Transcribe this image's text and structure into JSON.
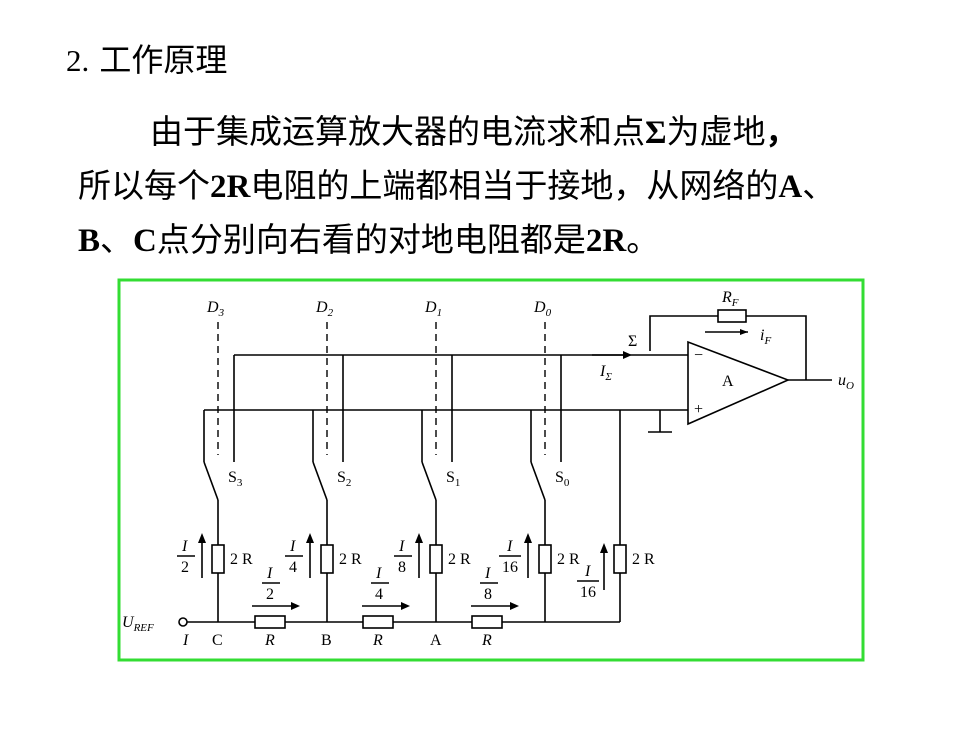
{
  "heading": {
    "number": "2.",
    "title": "工作原理"
  },
  "paragraph": {
    "l1_a": "由于集成运算放大器的电流求和点",
    "l1_b": "Σ",
    "l1_c": "为虚地",
    "l1_d": "，",
    "l2_a": "所以每个",
    "l2_b": "2R",
    "l2_c": "电阻的上端都相当于接地，从网络的",
    "l2_d": "A",
    "l2_e": "、",
    "l3_a": "B",
    "l3_b": "、",
    "l3_c": "C",
    "l3_d": "点分别向右看的对地电阻都是",
    "l3_e": "2R",
    "l3_f": "。"
  },
  "circuit": {
    "border_color": "#33dd33",
    "digital_inputs": [
      {
        "letter": "D",
        "sub": "3"
      },
      {
        "letter": "D",
        "sub": "2"
      },
      {
        "letter": "D",
        "sub": "1"
      },
      {
        "letter": "D",
        "sub": "0"
      }
    ],
    "switches": [
      {
        "letter": "S",
        "sub": "3"
      },
      {
        "letter": "S",
        "sub": "2"
      },
      {
        "letter": "S",
        "sub": "1"
      },
      {
        "letter": "S",
        "sub": "0"
      }
    ],
    "feedback": {
      "letter": "R",
      "sub": "F",
      "current_letter": "i",
      "current_sub": "F"
    },
    "sum_node": "Σ",
    "sum_current": {
      "letter": "I",
      "sub": "Σ"
    },
    "opamp": {
      "label": "A",
      "minus": "−",
      "plus": "+"
    },
    "output": {
      "letter": "u",
      "sub": "O"
    },
    "ref": {
      "letter": "U",
      "sub": "REF",
      "current": "I"
    },
    "nodes": [
      "C",
      "B",
      "A"
    ],
    "series_resistor": "R",
    "shunt_resistor": "2 R",
    "branch_currents": [
      {
        "num": "I",
        "den": "2"
      },
      {
        "num": "I",
        "den": "4"
      },
      {
        "num": "I",
        "den": "8"
      },
      {
        "num": "I",
        "den": "16"
      },
      {
        "num": "I",
        "den": "16"
      }
    ],
    "ladder_currents": [
      {
        "num": "I",
        "den": "2"
      },
      {
        "num": "I",
        "den": "4"
      },
      {
        "num": "I",
        "den": "8"
      }
    ]
  }
}
